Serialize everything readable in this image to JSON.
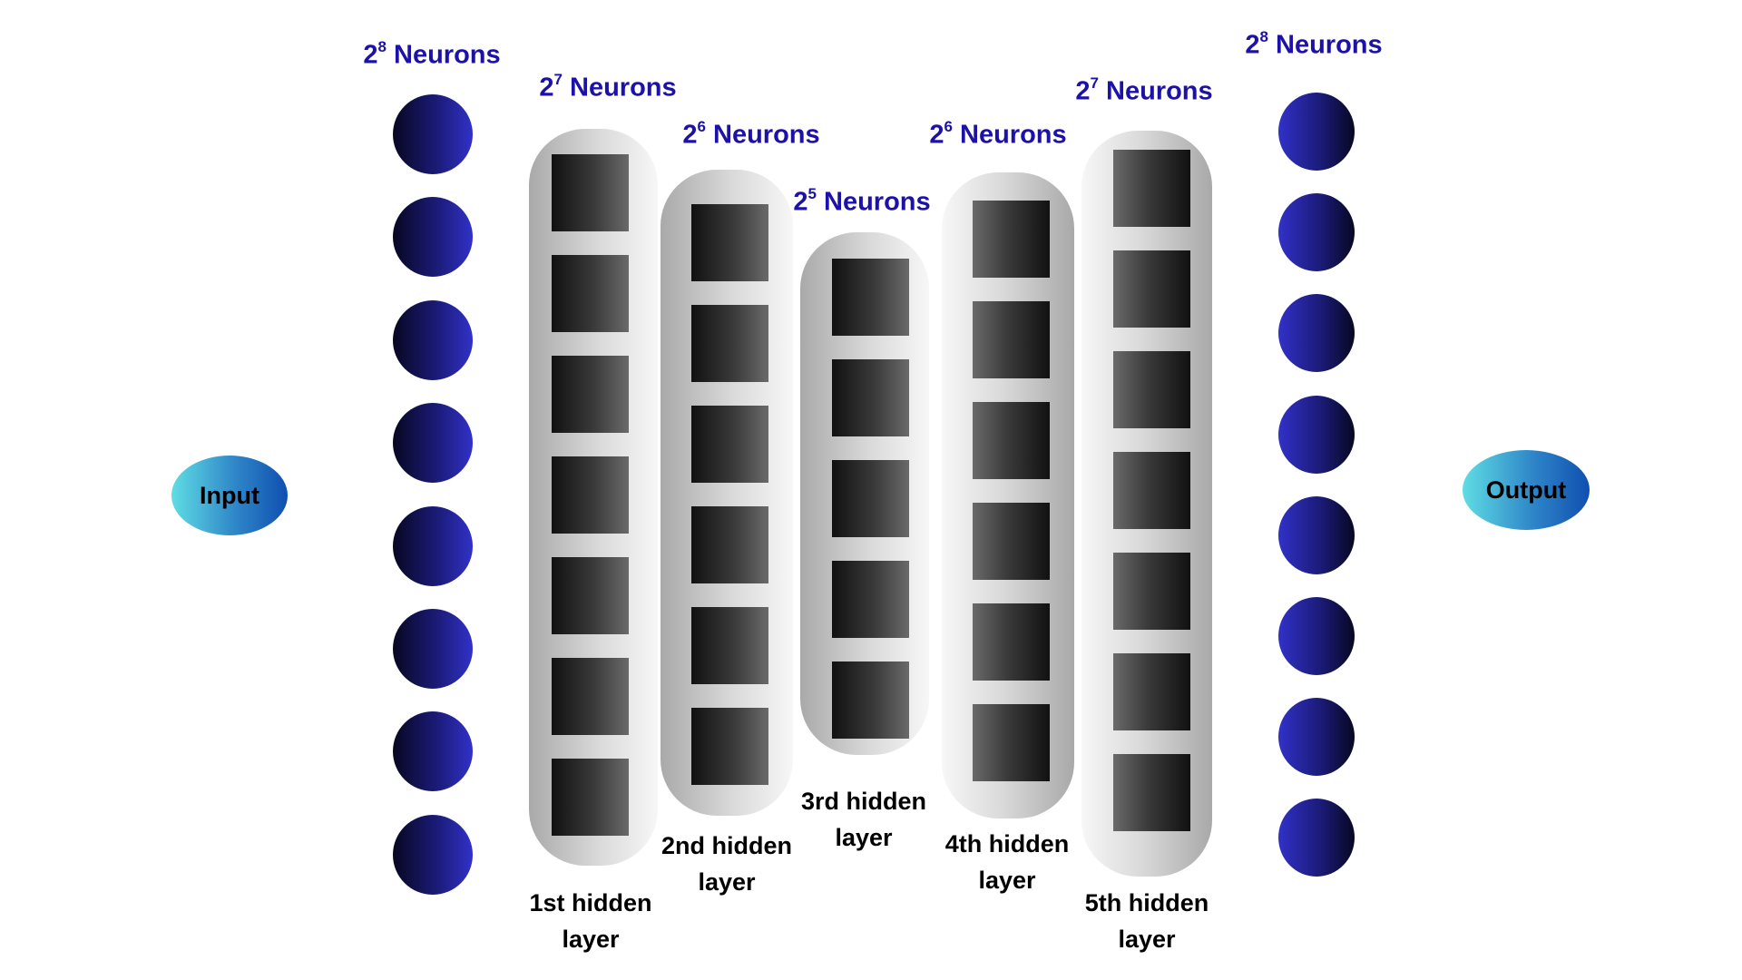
{
  "input_label": "Input",
  "output_label": "Output",
  "neuron_word": "Neurons",
  "input_layer": {
    "base": "2",
    "exponent": "8",
    "neurons_drawn": 8
  },
  "output_layer": {
    "base": "2",
    "exponent": "8",
    "neurons_drawn": 8
  },
  "hidden_layers": [
    {
      "name_line1": "1st hidden",
      "name_line2": "layer",
      "base": "2",
      "exponent": "7",
      "units_drawn": 7
    },
    {
      "name_line1": "2nd hidden",
      "name_line2": "layer",
      "base": "2",
      "exponent": "6",
      "units_drawn": 6
    },
    {
      "name_line1": "3rd hidden",
      "name_line2": "layer",
      "base": "2",
      "exponent": "5",
      "units_drawn": 5
    },
    {
      "name_line1": "4th hidden",
      "name_line2": "layer",
      "base": "2",
      "exponent": "6",
      "units_drawn": 6
    },
    {
      "name_line1": "5th hidden",
      "name_line2": "layer",
      "base": "2",
      "exponent": "7",
      "units_drawn": 7
    }
  ],
  "colors": {
    "count_text": "#1c11a8",
    "neuron_dark": "#070722",
    "neuron_light": "#3131c8",
    "terminal_light": "#5fdde4",
    "terminal_dark": "#0f4fb0",
    "pill_dark": "#a9a9a9",
    "unit_dark": "#111111"
  }
}
